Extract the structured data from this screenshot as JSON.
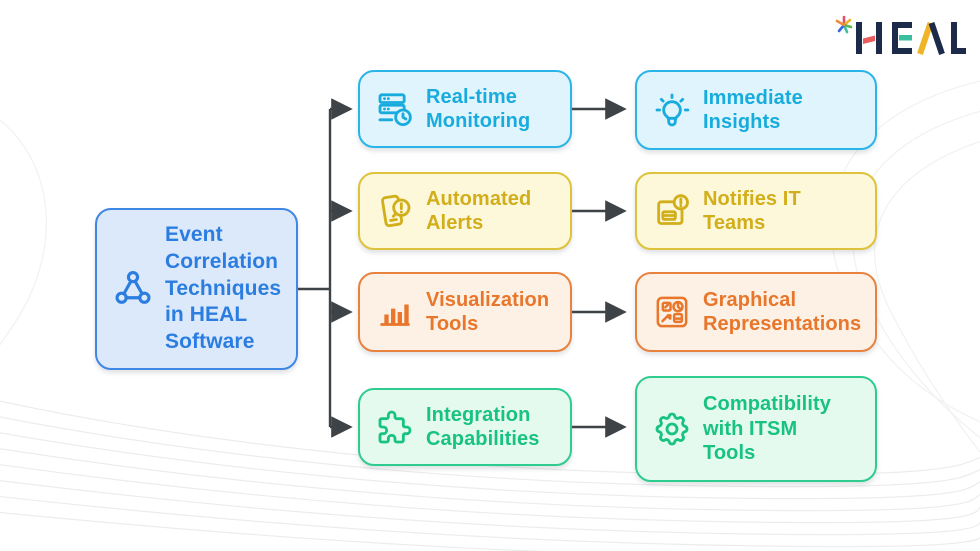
{
  "logo": {
    "brand": "HEAL",
    "asterisk": "*",
    "colors": {
      "navy": "#1C2B4A",
      "red": "#E85C5C",
      "teal": "#38BFA0",
      "yellow": "#F0B429",
      "green": "#55B94F",
      "blue": "#3668E0",
      "pink": "#E0526B",
      "orange": "#F08A3C"
    }
  },
  "diagram": {
    "root": {
      "label": "Event Correlation Techniques in HEAL Software",
      "icon": "molecule-icon",
      "theme": "blue"
    },
    "rows": [
      {
        "theme": "cyan",
        "source": {
          "label": "Real-time Monitoring",
          "icon": "server-clock-icon"
        },
        "target": {
          "label": "Immediate Insights",
          "icon": "lightbulb-icon"
        }
      },
      {
        "theme": "yellow",
        "source": {
          "label": "Automated Alerts",
          "icon": "phone-alert-icon"
        },
        "target": {
          "label": "Notifies IT Teams",
          "icon": "notification-card-icon"
        }
      },
      {
        "theme": "orange",
        "source": {
          "label": "Visualization Tools",
          "icon": "bar-chart-icon"
        },
        "target": {
          "label": "Graphical Representations",
          "icon": "dashboard-icon"
        }
      },
      {
        "theme": "green",
        "source": {
          "label": "Integration Capabilities",
          "icon": "puzzle-icon"
        },
        "target": {
          "label": "Compatibility with ITSM Tools",
          "icon": "gear-icon"
        }
      }
    ],
    "themes": {
      "blue": {
        "border": "#3E87E5",
        "bg": "#DBE9FB",
        "text": "#2B7DE0"
      },
      "cyan": {
        "border": "#29B5E8",
        "bg": "#DFF4FC",
        "text": "#18ACDE"
      },
      "yellow": {
        "border": "#DFC23B",
        "bg": "#FCF8D9",
        "text": "#D2AE1B"
      },
      "orange": {
        "border": "#E8823F",
        "bg": "#FDF0E4",
        "text": "#E8762B"
      },
      "green": {
        "border": "#2FCC90",
        "bg": "#E4FAEF",
        "text": "#18C37F"
      }
    },
    "connector_color": "#3E4347"
  }
}
